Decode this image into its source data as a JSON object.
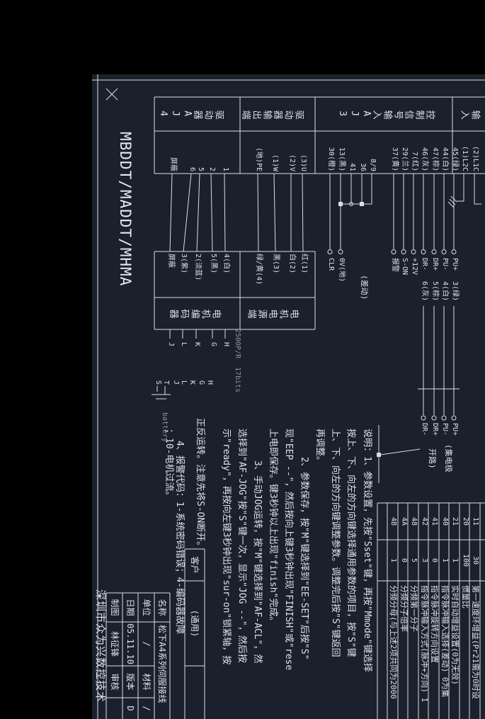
{
  "model_title": "MBDDT/MADDT/MHMA",
  "connector_table": {
    "sections": [
      {
        "header": "输入",
        "pins": [
          "(2)L1C",
          "(1)L2C"
        ]
      },
      {
        "header": "控制信号输入AJ3",
        "pins": [
          "45(绿)",
          "44(白)",
          "47(棕)",
          "46(灰)",
          "7(红)",
          "29(兰)",
          "37(黄)",
          "8/9",
          "36",
          "41",
          "13(黑)",
          "30(橙)"
        ]
      },
      {
        "header": "驱动器输出端",
        "pins": [
          "(3)U",
          "(2)V",
          "(1)W",
          "(地)PE"
        ]
      },
      {
        "header": "驱动器AJ4",
        "pins": [
          "1",
          "2",
          "5",
          "6",
          "屏蔽"
        ]
      }
    ]
  },
  "motor_table": {
    "sections": [
      {
        "header": "电机电源端",
        "pins": [
          "红(1)",
          "白(2)",
          "黑(3)",
          "绿/黄(4)"
        ]
      },
      {
        "header": "电机编码器",
        "pins": [
          "4(白)",
          "5(黑)",
          "2(淡蓝)",
          "3(紫)",
          "屏蔽"
        ]
      }
    ]
  },
  "signals": {
    "terminals": [
      "PU+",
      "PU-",
      "DR+",
      "DR-",
      "+12V",
      "S-ON",
      "报警"
    ],
    "gnd_terminals": [
      "0V(地)",
      "CLR"
    ],
    "diff_label": "(差动)",
    "diff_wires": [
      "3(绿)",
      "4(白)",
      "5(棕)",
      "6(灰)"
    ],
    "oc_terminals": [
      "PU+",
      "PU-",
      "DR+",
      "DR-"
    ],
    "oc_label_1": "(集电极",
    "oc_label_2": "开路)"
  },
  "encoder": {
    "res_2500": "2500P/R",
    "res_17bit": "17bits",
    "letters_2500": [
      "H",
      "G",
      "K",
      "L",
      "J"
    ],
    "letters_17bit": [
      "H",
      "G",
      "K",
      "L",
      "J",
      "T",
      "S"
    ],
    "battery_label": "battery"
  },
  "notes": {
    "lines": [
      "说明：1、参数设置，先按\"Sset\"键，再按\"Mmode\"键选择",
      "按上、下、向左的方向键选择通用参数的项目，按\"S\"键",
      "上、下、向左的方向键调整参数。调整完后按\"S\"键返回",
      "再调整。",
      "2、参数保存，按\"M\"键选择到\"EE-SET\"后按\"S\"",
      "现\"EEP --\"，然后按向上键3秒钟出现\"FINISH\"或\"rese",
      "上电即保存。键3秒钟以上出现\"finish\"完成。",
      "3、手动JOG运转，按\"M\"键选择到\"AF-ACL\"，然",
      "选择到\"AF-JOG\"按\"S\"键一次，显示\"JOG --\"，然后按",
      "示\"ready\"，再按向左键3秒钟出现\"sur-on\"锁紧轴，按",
      "正反运转。注意先将S-ON断开。",
      "4、报警代码：1-系统密码错误；4-编码器故障",
      "；10-电机过流。"
    ]
  },
  "param_table": {
    "rows": [
      {
        "no": "11",
        "value": "30",
        "desc": "第一速度环增益(Pr21需为0时设"
      },
      {
        "no": "20",
        "value": "100",
        "desc": "惯量比"
      },
      {
        "no": "21",
        "value": "1",
        "desc": "实时自动增益设置(0为无效)"
      },
      {
        "no": "40",
        "value": "1",
        "desc": "指令脉冲输入选择(差动) 0为集"
      },
      {
        "no": "41",
        "value": "0",
        "desc": "指令脉冲旋转方向设置"
      },
      {
        "no": "42",
        "value": "3",
        "desc": "指令脉冲输入方式(脉冲+方向) 1"
      },
      {
        "no": "48",
        "value": "5",
        "desc": "分频第一分子"
      },
      {
        "no": "4A",
        "value": "0",
        "desc": "分频分子倍率"
      },
      {
        "no": "4B",
        "value": "1",
        "desc": "分频分母(与上述2项共同为2000"
      },
      {
        "no": "",
        "value": "",
        "desc": ""
      }
    ]
  },
  "title_block": {
    "customer_label": "客户",
    "customer_value": "(通用)",
    "name_label": "名称",
    "name_value": "松下A4系列伺服接线",
    "unit_label": "单位",
    "unit_value": "/",
    "material_label": "材料",
    "material_value": "/",
    "date_label": "日期",
    "date_value": "05.11.10",
    "version_label": "版本",
    "version_value": "D",
    "draft_label": "制图",
    "draft_value": "林征锋",
    "review_label": "审核",
    "review_value": ""
  },
  "company": "深圳市众为兴数控技术",
  "colors": {
    "sheet_bg": "#1a212c",
    "line": "#d9dfe9",
    "dim_text": "#8b93a1"
  }
}
